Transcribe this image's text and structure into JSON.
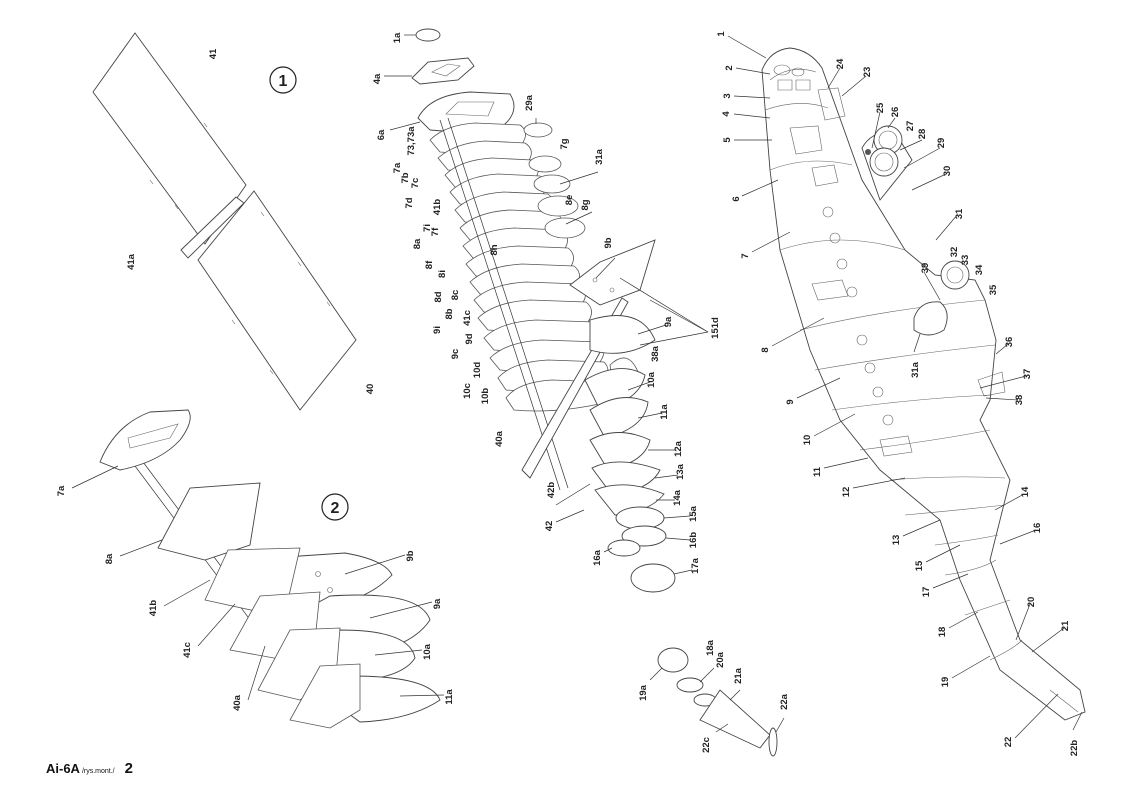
{
  "step_markers": [
    "1",
    "2"
  ],
  "footer": {
    "title": "Ai-6A",
    "subtitle": "/rys.mont./",
    "page": "2"
  },
  "labels": {
    "wing": [
      "41",
      "41a",
      "40"
    ],
    "frames_small": [
      "7a",
      "8a",
      "41b",
      "41c",
      "40a",
      "9b",
      "9a",
      "10a",
      "11a"
    ],
    "exploded": [
      "1a",
      "4a",
      "6a",
      "73,73a",
      "7a",
      "7b",
      "7c",
      "7d",
      "41b",
      "7i",
      "7f",
      "8a",
      "8f",
      "8i",
      "8h",
      "8d",
      "8c",
      "8b",
      "41c",
      "9d",
      "9i",
      "9c",
      "10d",
      "10c",
      "10b",
      "40a",
      "42b",
      "42",
      "16a",
      "29a",
      "7g",
      "31a",
      "8e",
      "8g",
      "9b",
      "9a",
      "151d",
      "38a",
      "10a",
      "11a",
      "12a",
      "13a",
      "14a",
      "15a",
      "16b",
      "17a"
    ],
    "small_parts": [
      "18a",
      "20a",
      "21a",
      "19a",
      "22a",
      "22c"
    ],
    "fuselage": [
      "1",
      "2",
      "3",
      "4",
      "5",
      "6",
      "7",
      "8",
      "9",
      "10",
      "11",
      "12",
      "13",
      "14",
      "15",
      "16",
      "17",
      "18",
      "19",
      "20",
      "21",
      "22",
      "22b",
      "24",
      "23",
      "25",
      "26",
      "27",
      "28",
      "29",
      "30",
      "31",
      "32",
      "33",
      "34",
      "35",
      "36",
      "37",
      "38",
      "39",
      "31a"
    ]
  }
}
